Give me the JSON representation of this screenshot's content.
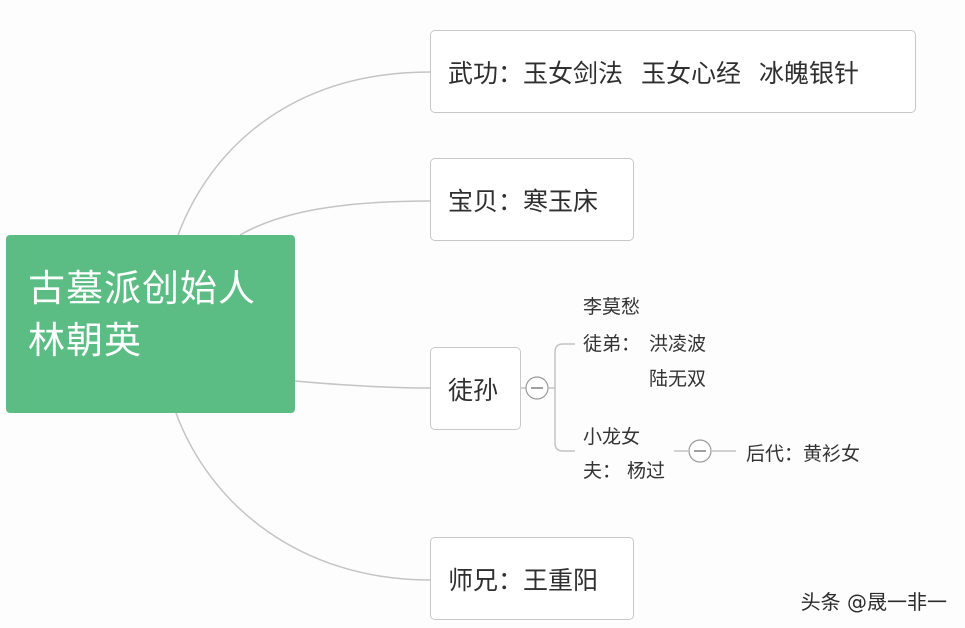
{
  "root": {
    "line1": "古墓派创始人",
    "line2": "林朝英",
    "color": "#5bbd84"
  },
  "branches": {
    "wugong": {
      "label": "武功：",
      "items": [
        "玉女剑法",
        "玉女心经",
        "冰魄银针"
      ]
    },
    "baobei": {
      "label": "宝贝：",
      "value": "寒玉床"
    },
    "tusun": {
      "label": "徒孙",
      "group1": {
        "name": "李莫愁",
        "disciples_label": "徒弟：",
        "disciples": [
          "洪凌波",
          "陆无双"
        ]
      },
      "group2": {
        "name": "小龙女",
        "husband_label": "夫：",
        "husband": "杨过",
        "descendant_label": "后代：",
        "descendant": "黄衫女"
      }
    },
    "shixiong": {
      "label": "师兄：",
      "value": "王重阳"
    }
  },
  "watermark": "头条 @晟一非一",
  "colors": {
    "line": "#c4c4c4",
    "node_border": "#c8c8c8"
  },
  "icons": {
    "collapse": "minus-circle-icon"
  }
}
